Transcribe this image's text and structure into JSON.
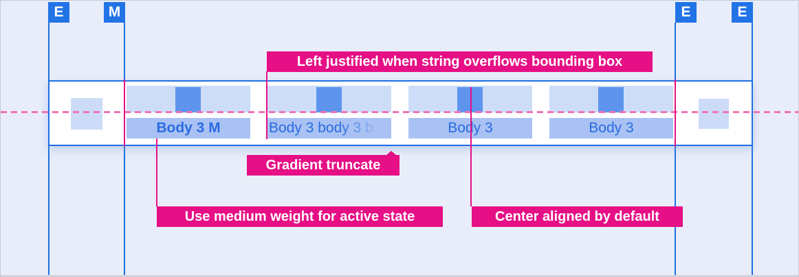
{
  "colors": {
    "guide_blue": "#1e6fe3",
    "icon_blue": "#5e94ee",
    "strip_blue": "#cdddf8",
    "label_bg_blue": "#a9c2f3",
    "square_blue": "#ccdcf8",
    "tab_text_blue": "#2a6be2",
    "annotation_magenta": "#e60f85",
    "dashed_pink": "#f173b4",
    "background": "#e9edfa"
  },
  "guide_badges": [
    {
      "label": "E"
    },
    {
      "label": "M"
    },
    {
      "label": "E"
    },
    {
      "label": "E"
    }
  ],
  "tabbar": {
    "tabs": [
      {
        "label": "Body 3 M",
        "state": "active",
        "align": "center",
        "truncate": "none"
      },
      {
        "label": "Body 3 body 3 b",
        "state": "default",
        "align": "left",
        "truncate": "gradient"
      },
      {
        "label": "Body 3",
        "state": "default",
        "align": "center",
        "truncate": "none"
      },
      {
        "label": "Body 3",
        "state": "default",
        "align": "center",
        "truncate": "none"
      }
    ]
  },
  "annotations": {
    "left_justified": "Left justified when string overflows bounding box",
    "gradient_truncate": "Gradient truncate",
    "medium_weight": "Use medium weight for active state",
    "center_aligned": "Center aligned by default"
  }
}
